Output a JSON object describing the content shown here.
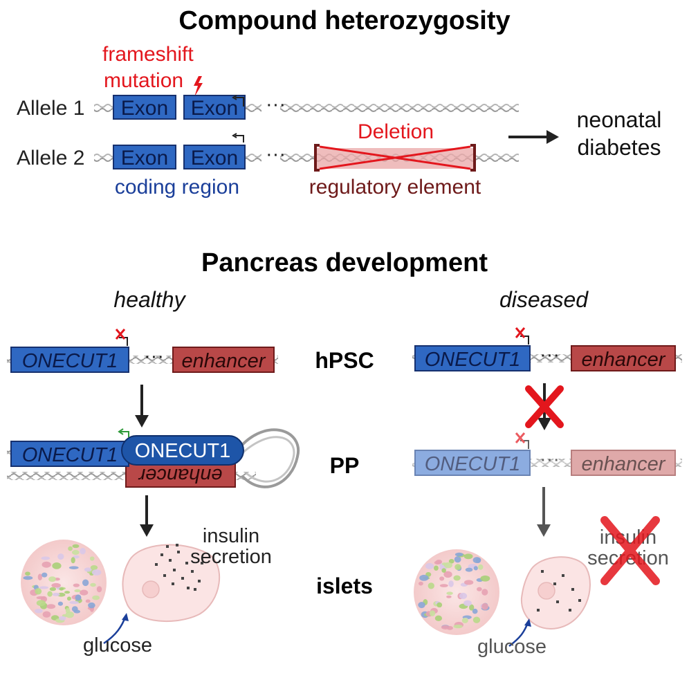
{
  "title_top": "Compound heterozygosity",
  "title_bottom": "Pancreas development",
  "mutation_label_line1": "frameshift",
  "mutation_label_line2": "mutation",
  "allele1_label": "Allele 1",
  "allele2_label": "Allele 2",
  "exon_label": "Exon",
  "ellipsis": "···",
  "deletion_label": "Deletion",
  "coding_region_label": "coding region",
  "regulatory_element_label": "regulatory element",
  "outcome_line1": "neonatal",
  "outcome_line2": "diabetes",
  "healthy_label": "healthy",
  "diseased_label": "diseased",
  "stage_hpsc": "hPSC",
  "stage_pp": "PP",
  "stage_islets": "islets",
  "gene_label": "ONECUT1",
  "protein_label": "ONECUT1",
  "enhancer_label": "enhancer",
  "insulin_line1": "insulin",
  "insulin_line2": "secretion",
  "glucose_label": "glucose",
  "colors": {
    "exon_fill": "#2f68c2",
    "exon_stroke": "#16306e",
    "enhancer_fill": "#b94848",
    "enhancer_stroke": "#6e1a1a",
    "mutation_red": "#e3161d",
    "coding_blue": "#1b3f9a",
    "regulatory_maroon": "#6e1a1a",
    "protein_fill": "#1e55a8",
    "promoter_green": "#2f9a3a"
  }
}
